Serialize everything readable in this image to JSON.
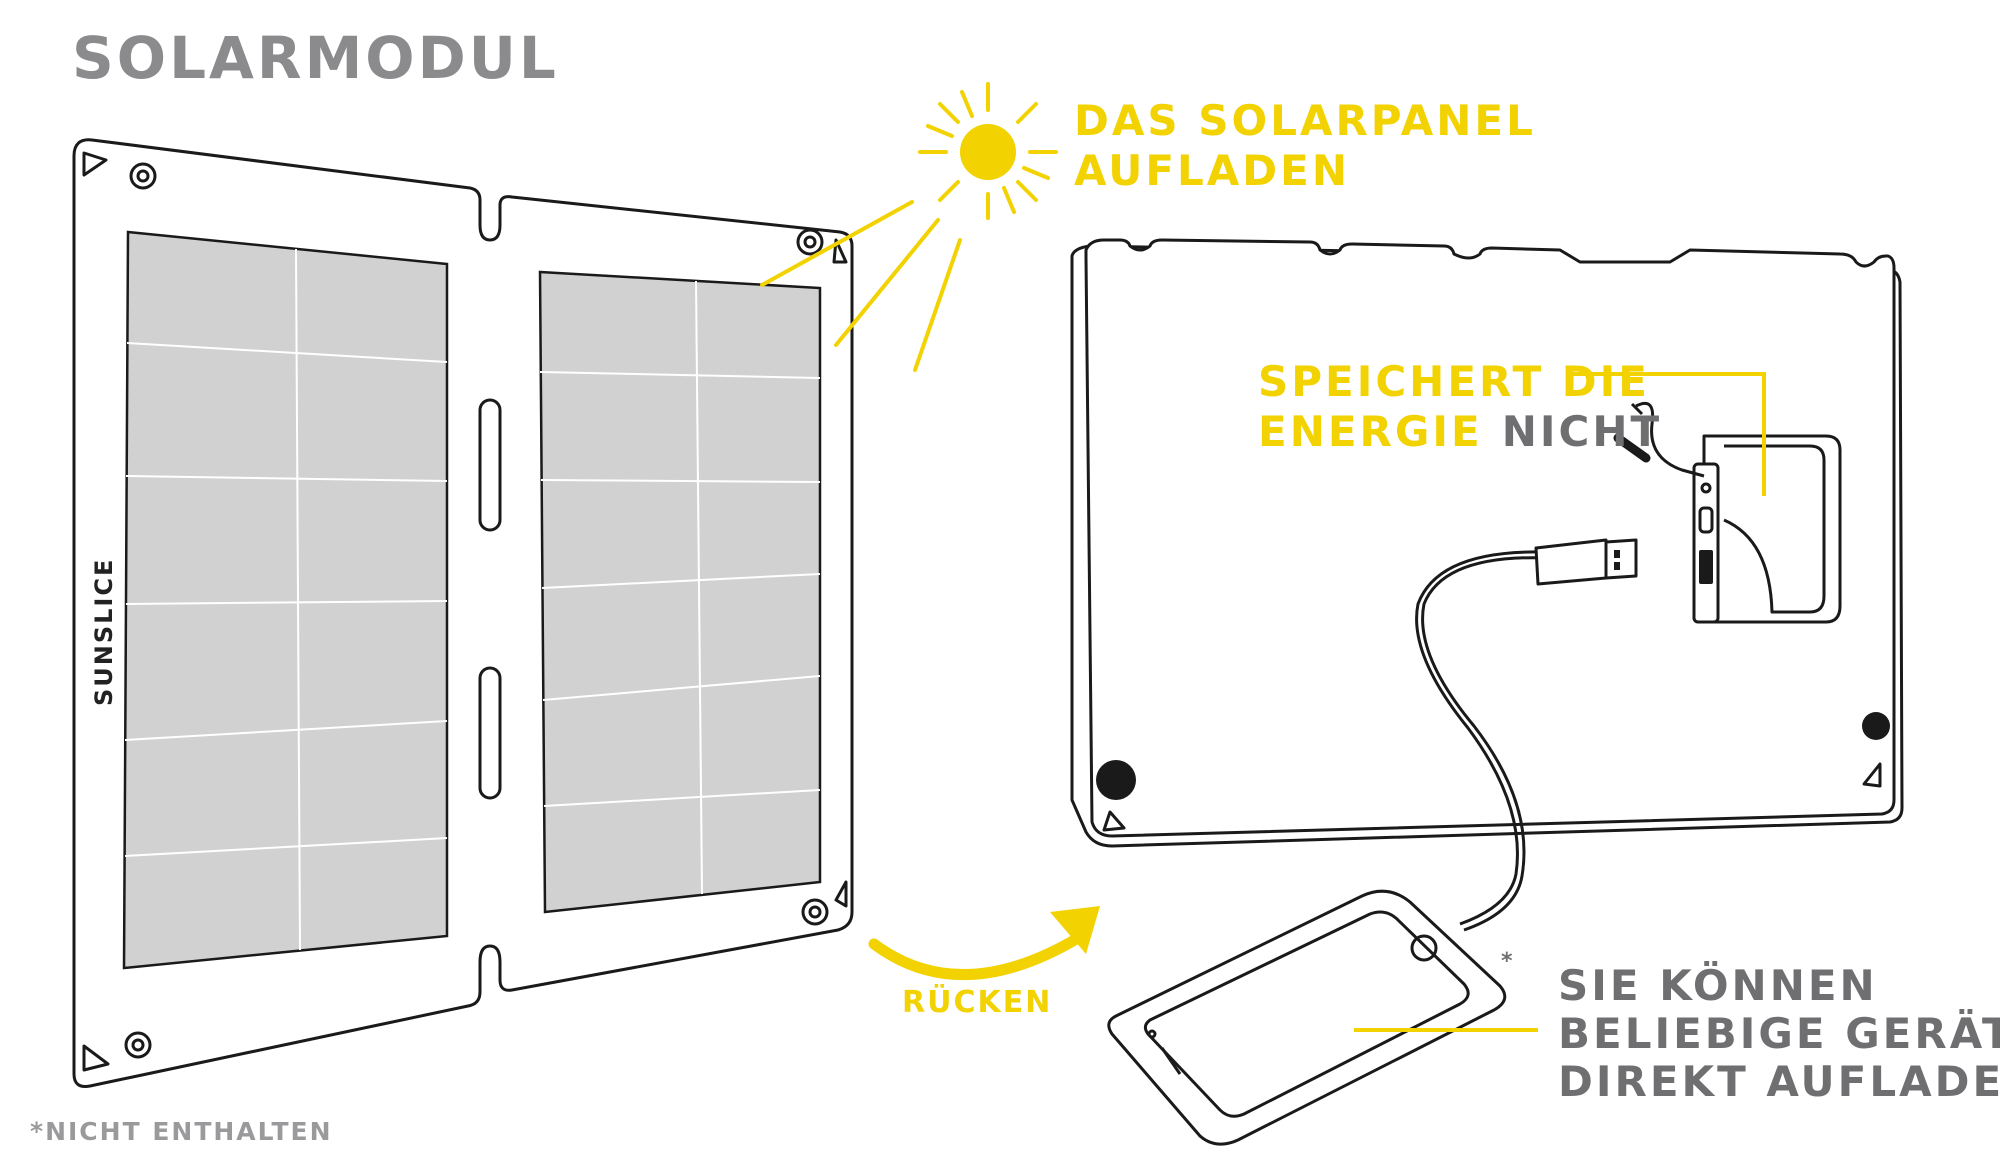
{
  "title": "SOLARMODUL",
  "callout_charge": {
    "line1": "DAS SOLARPANEL",
    "line2": "AUFLADEN"
  },
  "callout_storage": {
    "line1": "SPEICHERT DIE",
    "line2_highlight": "ENERGIE",
    "line2_rest": "NICHT"
  },
  "callout_devices": {
    "line1": "SIE KÖNNEN",
    "line2": "BELIEBIGE GERÄTE",
    "line3": "DIREKT AUFLADEN",
    "asterisk": "*"
  },
  "back_label": "RÜCKEN",
  "footnote": "*NICHT ENTHALTEN",
  "brand": "SUNSLICE",
  "colors": {
    "accent": "#f2d200",
    "title_gray": "#8b8b8d",
    "text_gray": "#6f6f71",
    "cell_gray": "#d1d1d1"
  }
}
